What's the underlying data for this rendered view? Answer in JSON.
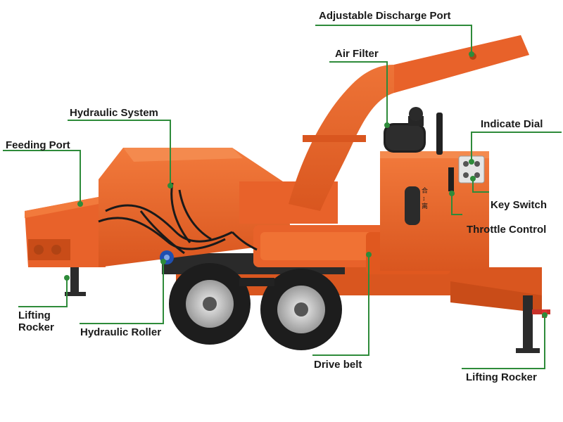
{
  "labels": {
    "discharge_port": "Adjustable Discharge Port",
    "air_filter": "Air Filter",
    "hydraulic_system": "Hydraulic System",
    "indicate_dial": "Indicate Dial",
    "feeding_port": "Feeding Port",
    "key_switch": "Key Switch",
    "throttle_control": "Throttle Control",
    "lifting_rocker_left_line1": "Lifting",
    "lifting_rocker_left_line2": "Rocker",
    "hydraulic_roller": "Hydraulic Roller",
    "drive_belt": "Drive belt",
    "lifting_rocker_right": "Lifting Rocker"
  },
  "panel_glyphs": {
    "top": "合",
    "arrow": "↕",
    "bottom": "离"
  },
  "colors": {
    "machine_orange": "#e8622a",
    "machine_dark_orange": "#c94c18",
    "leader_green": "#2e8b3a",
    "tire_black": "#1d1d1d",
    "hub_grey": "#cfcfcf"
  }
}
